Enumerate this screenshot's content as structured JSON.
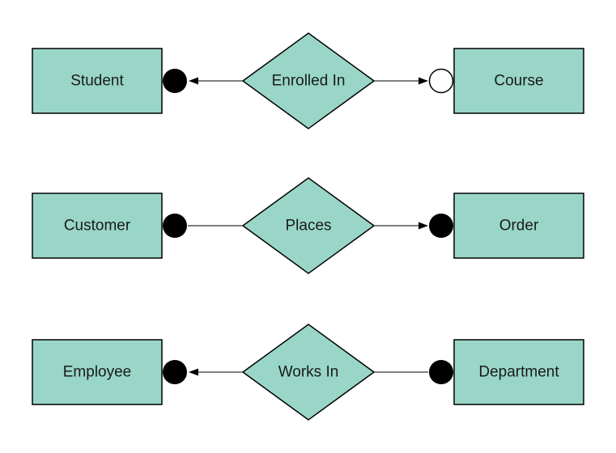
{
  "diagram": {
    "type": "entity-relationship-diagram",
    "colors": {
      "background": "#ffffff",
      "shape_fill": "#99d6c8",
      "shape_stroke": "#000000",
      "connector": "#000000",
      "dot_filled": "#000000",
      "dot_open": "#ffffff",
      "text": "#1a1a1a"
    },
    "rows": [
      {
        "left_entity": "Student",
        "relationship": "Enrolled In",
        "right_entity": "Course",
        "left_connector": {
          "terminator": "filled-dot",
          "arrowhead": "points-left-toward-entity"
        },
        "right_connector": {
          "terminator": "open-dot",
          "arrowhead": "points-right-toward-entity"
        }
      },
      {
        "left_entity": "Customer",
        "relationship": "Places",
        "right_entity": "Order",
        "left_connector": {
          "terminator": "filled-dot",
          "arrowhead": "none"
        },
        "right_connector": {
          "terminator": "filled-dot",
          "arrowhead": "points-right-toward-entity"
        }
      },
      {
        "left_entity": "Employee",
        "relationship": "Works In",
        "right_entity": "Department",
        "left_connector": {
          "terminator": "filled-dot",
          "arrowhead": "points-left-toward-entity"
        },
        "right_connector": {
          "terminator": "filled-dot",
          "arrowhead": "none"
        }
      }
    ]
  }
}
